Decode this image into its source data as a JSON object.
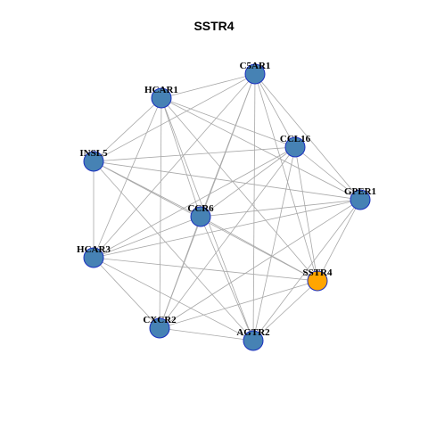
{
  "title": "SSTR4",
  "colors": {
    "default_node": "#4682b4",
    "highlight_node": "#ffa500",
    "node_border": "#1a2fbf",
    "edge": "#a8a8a8"
  },
  "nodes": [
    {
      "id": "C5AR1",
      "label": "C5AR1",
      "highlight": false
    },
    {
      "id": "HCAR1",
      "label": "HCAR1",
      "highlight": false
    },
    {
      "id": "CCL16",
      "label": "CCL16",
      "highlight": false
    },
    {
      "id": "INSL5",
      "label": "INSL5",
      "highlight": false
    },
    {
      "id": "GPER1",
      "label": "GPER1",
      "highlight": false
    },
    {
      "id": "CCR6",
      "label": "CCR6",
      "highlight": false
    },
    {
      "id": "HCAR3",
      "label": "HCAR3",
      "highlight": false
    },
    {
      "id": "SSTR4",
      "label": "SSTR4",
      "highlight": true
    },
    {
      "id": "CXCR2",
      "label": "CXCR2",
      "highlight": false
    },
    {
      "id": "AGTR2",
      "label": "AGTR2",
      "highlight": false
    }
  ],
  "edges": [
    [
      "C5AR1",
      "HCAR1"
    ],
    [
      "C5AR1",
      "CCL16"
    ],
    [
      "C5AR1",
      "GPER1"
    ],
    [
      "C5AR1",
      "INSL5"
    ],
    [
      "C5AR1",
      "CCR6"
    ],
    [
      "C5AR1",
      "HCAR3"
    ],
    [
      "C5AR1",
      "SSTR4"
    ],
    [
      "C5AR1",
      "CXCR2"
    ],
    [
      "C5AR1",
      "AGTR2"
    ],
    [
      "HCAR1",
      "CCL16"
    ],
    [
      "HCAR1",
      "GPER1"
    ],
    [
      "HCAR1",
      "INSL5"
    ],
    [
      "HCAR1",
      "CCR6"
    ],
    [
      "HCAR1",
      "HCAR3"
    ],
    [
      "HCAR1",
      "SSTR4"
    ],
    [
      "HCAR1",
      "CXCR2"
    ],
    [
      "HCAR1",
      "AGTR2"
    ],
    [
      "CCL16",
      "GPER1"
    ],
    [
      "CCL16",
      "INSL5"
    ],
    [
      "CCL16",
      "CCR6"
    ],
    [
      "CCL16",
      "HCAR3"
    ],
    [
      "CCL16",
      "SSTR4"
    ],
    [
      "CCL16",
      "CXCR2"
    ],
    [
      "CCL16",
      "AGTR2"
    ],
    [
      "INSL5",
      "GPER1"
    ],
    [
      "INSL5",
      "CCR6"
    ],
    [
      "INSL5",
      "HCAR3"
    ],
    [
      "INSL5",
      "SSTR4"
    ],
    [
      "INSL5",
      "AGTR2"
    ],
    [
      "GPER1",
      "CCR6"
    ],
    [
      "GPER1",
      "HCAR3"
    ],
    [
      "GPER1",
      "SSTR4"
    ],
    [
      "GPER1",
      "CXCR2"
    ],
    [
      "GPER1",
      "AGTR2"
    ],
    [
      "CCR6",
      "HCAR3"
    ],
    [
      "CCR6",
      "SSTR4"
    ],
    [
      "CCR6",
      "CXCR2"
    ],
    [
      "CCR6",
      "AGTR2"
    ],
    [
      "HCAR3",
      "SSTR4"
    ],
    [
      "HCAR3",
      "CXCR2"
    ],
    [
      "HCAR3",
      "AGTR2"
    ],
    [
      "SSTR4",
      "CXCR2"
    ],
    [
      "SSTR4",
      "AGTR2"
    ],
    [
      "CXCR2",
      "AGTR2"
    ]
  ]
}
